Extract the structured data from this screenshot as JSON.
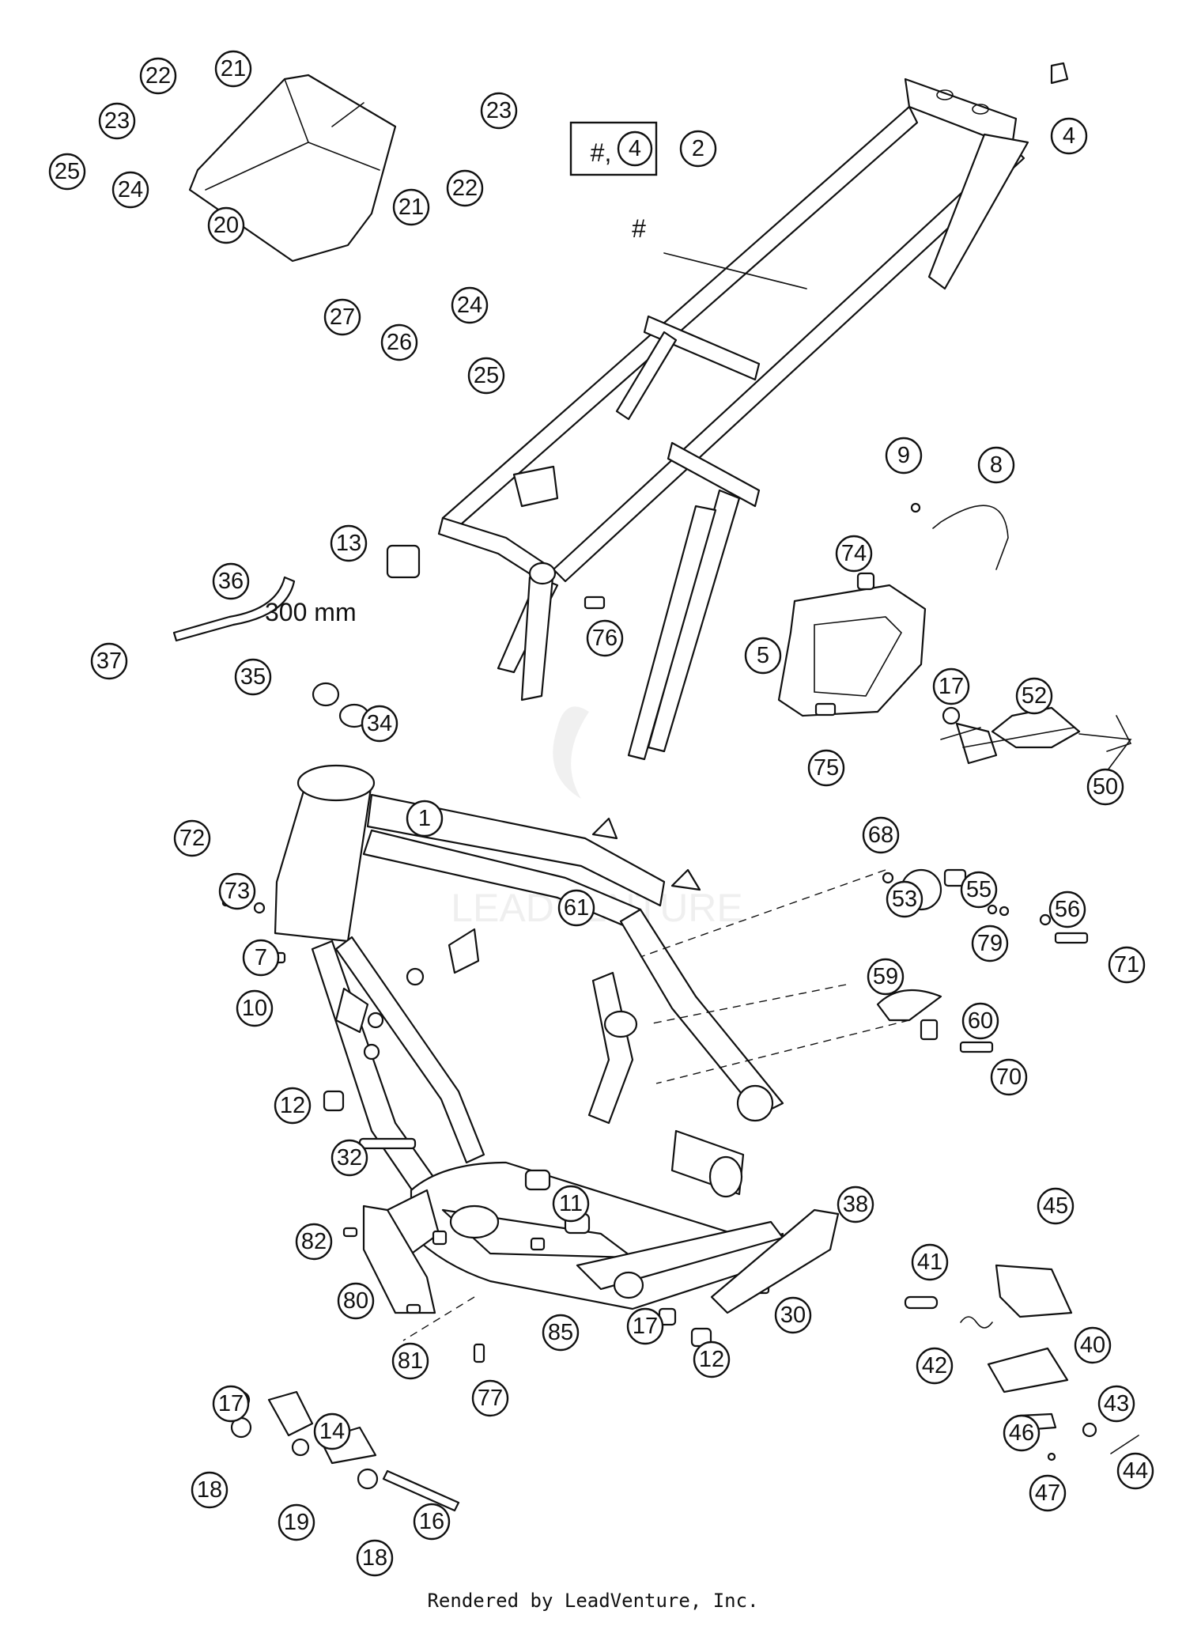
{
  "callouts": [
    {
      "label": "1"
    },
    {
      "label": "2"
    },
    {
      "label": "4"
    },
    {
      "label": "5"
    },
    {
      "label": "7"
    },
    {
      "label": "8"
    },
    {
      "label": "9"
    },
    {
      "label": "10"
    },
    {
      "label": "11"
    },
    {
      "label": "12"
    },
    {
      "label": "12"
    },
    {
      "label": "13"
    },
    {
      "label": "14"
    },
    {
      "label": "16"
    },
    {
      "label": "17"
    },
    {
      "label": "17"
    },
    {
      "label": "17"
    },
    {
      "label": "18"
    },
    {
      "label": "18"
    },
    {
      "label": "19"
    },
    {
      "label": "20"
    },
    {
      "label": "21"
    },
    {
      "label": "21"
    },
    {
      "label": "22"
    },
    {
      "label": "22"
    },
    {
      "label": "23"
    },
    {
      "label": "23"
    },
    {
      "label": "24"
    },
    {
      "label": "24"
    },
    {
      "label": "25"
    },
    {
      "label": "25"
    },
    {
      "label": "26"
    },
    {
      "label": "27"
    },
    {
      "label": "30"
    },
    {
      "label": "32"
    },
    {
      "label": "34"
    },
    {
      "label": "35"
    },
    {
      "label": "36"
    },
    {
      "label": "37"
    },
    {
      "label": "38"
    },
    {
      "label": "40"
    },
    {
      "label": "41"
    },
    {
      "label": "42"
    },
    {
      "label": "43"
    },
    {
      "label": "44"
    },
    {
      "label": "45"
    },
    {
      "label": "46"
    },
    {
      "label": "47"
    },
    {
      "label": "50"
    },
    {
      "label": "52"
    },
    {
      "label": "53"
    },
    {
      "label": "55"
    },
    {
      "label": "56"
    },
    {
      "label": "59"
    },
    {
      "label": "60"
    },
    {
      "label": "61"
    },
    {
      "label": "68"
    },
    {
      "label": "70"
    },
    {
      "label": "71"
    },
    {
      "label": "72"
    },
    {
      "label": "73"
    },
    {
      "label": "74"
    },
    {
      "label": "75"
    },
    {
      "label": "76"
    },
    {
      "label": "77"
    },
    {
      "label": "79"
    },
    {
      "label": "80"
    },
    {
      "label": "81"
    },
    {
      "label": "82"
    },
    {
      "label": "85"
    }
  ],
  "kit_box": {
    "hash": "#,",
    "number": "4"
  },
  "subframe_marker": "#",
  "hose_length": "300 mm",
  "footer": "Rendered by LeadVenture, Inc.",
  "watermark": "LEADVENTURE"
}
